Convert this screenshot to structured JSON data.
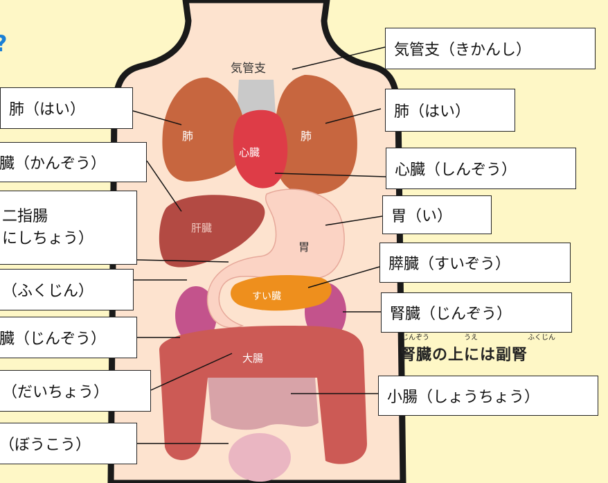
{
  "colors": {
    "background": "#fef7c6",
    "skin": "#fde3cf",
    "lung": "#c7663f",
    "heart": "#de3c47",
    "liver": "#b34a43",
    "stomach": "#fbd3c4",
    "pancreas": "#ee8f1d",
    "kidney": "#c3538c",
    "large_intestine": "#cc5a55",
    "small_intestine": "#d8a3a8",
    "bladder": "#eab6c2",
    "trachea": "#c9c9c9",
    "question_mark": "#1a7fd6"
  },
  "question_mark": "?",
  "organ_text": {
    "trachea": "気管支",
    "lung_left": "肺",
    "lung_right": "肺",
    "heart": "心臓",
    "liver": "肝臓",
    "stomach": "胃",
    "pancreas": "すい臓",
    "large_intestine": "大腸"
  },
  "labels_right": {
    "trachea": "気管支（きかんし）",
    "lung": "肺（はい）",
    "heart": "心臓（しんぞう）",
    "stomach": "胃（い）",
    "pancreas": "膵臓（すいぞう）",
    "kidney": "腎臓（じんぞう）",
    "small_intestine": "小腸（しょうちょう）"
  },
  "labels_left": {
    "lung": "肺（はい）",
    "liver": "臓（かんぞう）",
    "duodenum_line1": "二指腸",
    "duodenum_line2": "にしちょう）",
    "adrenal": "（ふくじん）",
    "kidney": "臓（じんぞう）",
    "large_intestine": "（だいちょう）",
    "bladder": "（ぼうこう）"
  },
  "note": {
    "ruby_jinzou": "じんぞう",
    "ruby_ue": "うえ",
    "ruby_fukujin": "ふくじん",
    "text": "腎臓の上には副腎"
  }
}
